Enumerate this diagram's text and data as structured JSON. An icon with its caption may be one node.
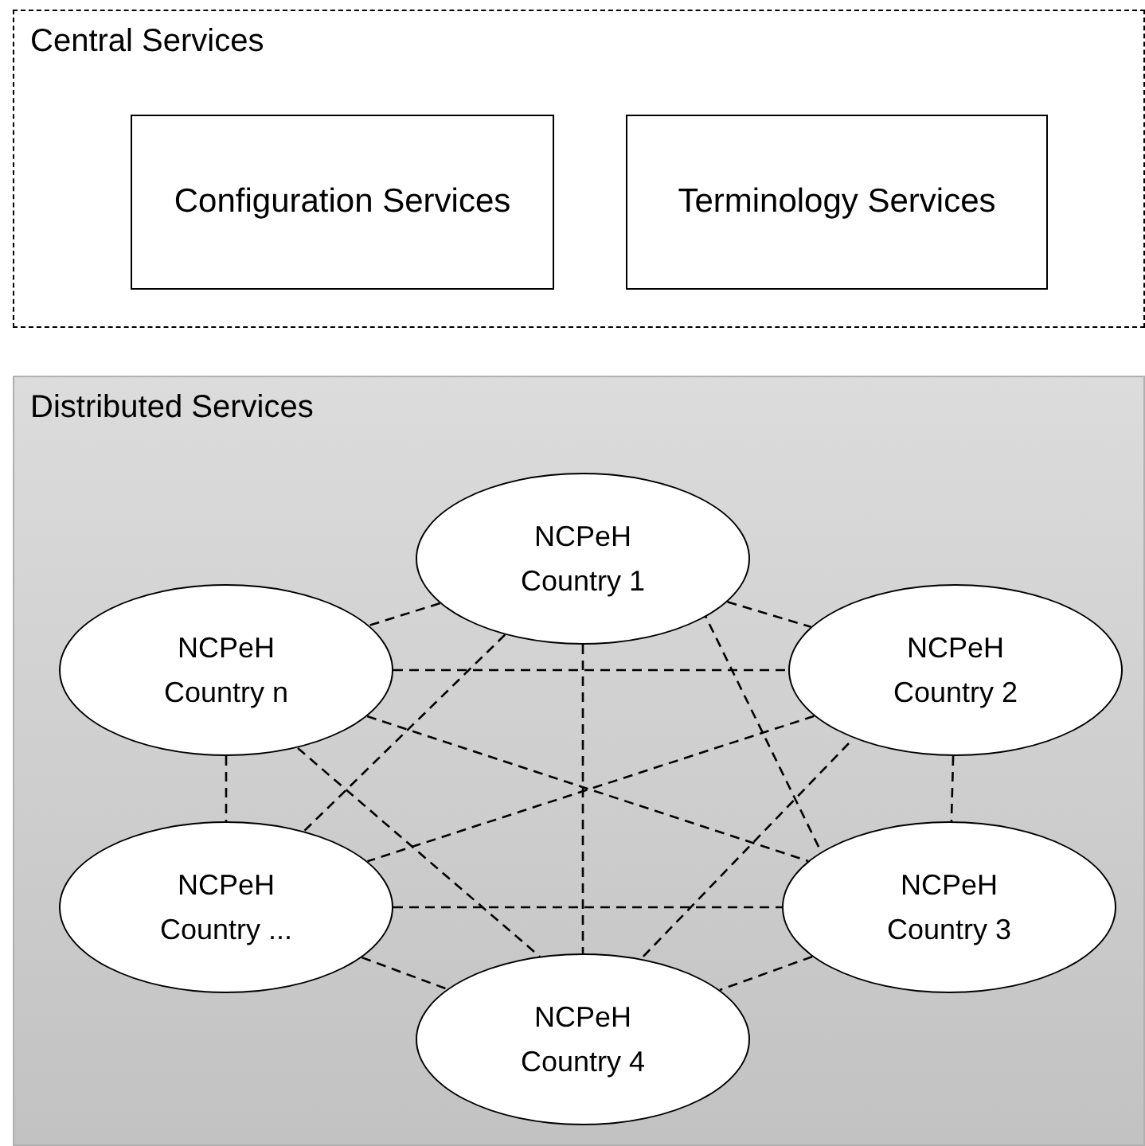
{
  "diagram": {
    "nodes": [
      {
        "text": [
          "Central Services"
        ]
      },
      {
        "text": [
          "Configuration Services"
        ],
        "in": 0
      },
      {
        "text": [
          "Terminology Services"
        ],
        "in": 0
      },
      {
        "text": [
          "Distributed Services"
        ]
      },
      {
        "text": [
          "NCPeH Country 1"
        ],
        "in": 3
      },
      {
        "text": [
          "NCPeH Country n"
        ],
        "in": 3
      },
      {
        "text": [
          "NCPeH Country 2"
        ],
        "in": 3
      },
      {
        "text": [
          "NCPeH Country ..."
        ],
        "in": 3
      },
      {
        "text": [
          "NCPeH Country 3"
        ],
        "in": 3
      },
      {
        "text": [
          "NCPeH Country 4"
        ],
        "in": 3
      }
    ],
    "edges": [
      {
        "from": 4,
        "to": 5,
        "arrow": "none",
        "style": "dashed"
      },
      {
        "from": 4,
        "to": 6,
        "arrow": "none",
        "style": "dashed"
      },
      {
        "from": 4,
        "to": 7,
        "arrow": "none",
        "style": "dashed"
      },
      {
        "from": 4,
        "to": 8,
        "arrow": "none",
        "style": "dashed"
      },
      {
        "from": 4,
        "to": 9,
        "arrow": "none",
        "style": "dashed"
      },
      {
        "from": 5,
        "to": 6,
        "arrow": "none",
        "style": "dashed"
      },
      {
        "from": 5,
        "to": 7,
        "arrow": "none",
        "style": "dashed"
      },
      {
        "from": 5,
        "to": 8,
        "arrow": "none",
        "style": "dashed"
      },
      {
        "from": 5,
        "to": 9,
        "arrow": "none",
        "style": "dashed"
      },
      {
        "from": 6,
        "to": 7,
        "arrow": "none",
        "style": "dashed"
      },
      {
        "from": 6,
        "to": 8,
        "arrow": "none",
        "style": "dashed"
      },
      {
        "from": 6,
        "to": 9,
        "arrow": "none",
        "style": "dashed"
      },
      {
        "from": 7,
        "to": 8,
        "arrow": "none",
        "style": "dashed"
      },
      {
        "from": 7,
        "to": 9,
        "arrow": "none",
        "style": "dashed"
      },
      {
        "from": 8,
        "to": 9,
        "arrow": "none",
        "style": "dashed"
      }
    ]
  }
}
